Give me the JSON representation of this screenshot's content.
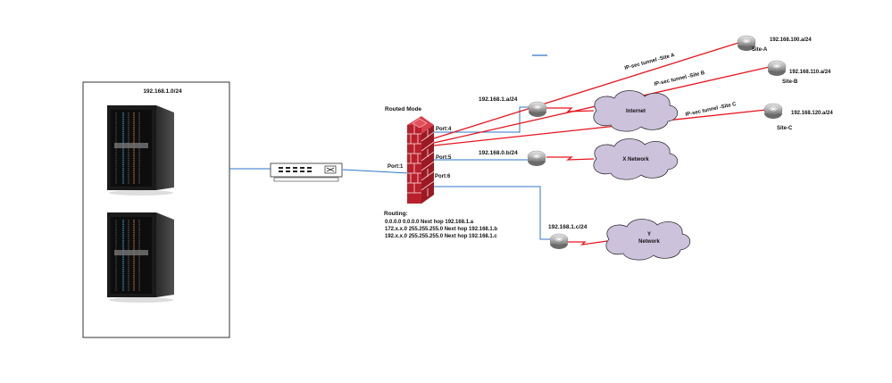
{
  "diagram": {
    "lan_subnet": "192.168.1.0/24",
    "firewall": {
      "mode_label": "Routed Mode",
      "ports": [
        "Port:1",
        "Port:4",
        "Port:5",
        "Port:6"
      ]
    },
    "routing": {
      "title": "Routing:",
      "routes": [
        "0.0.0.0 0.0.0.0  Next hop  192.168.1.a",
        "172.x.x.0 255.255.255.0   Next hop  192.168.1.b",
        "192.x.x.0 255.255.255.0 Next hop 192.168.1.c"
      ]
    },
    "routers": {
      "internet_router": "192.168.1.a/24",
      "x_router": "192.168.0.b/24",
      "y_router": "192.168.1.c/24"
    },
    "clouds": {
      "internet": "Internet",
      "x_network": "X Network",
      "y_network_line1": "Y",
      "y_network_line2": "Network"
    },
    "tunnels": [
      "IP-sec tunnel -Site A",
      "IP-sec tunnel -Site B",
      "IP-sec tunnel -Site C"
    ],
    "sites": [
      {
        "name": "Site-A",
        "subnet": "192.168.100.a/24"
      },
      {
        "name": "Site-B",
        "subnet": "192.168.110.a/24"
      },
      {
        "name": "Site-C",
        "subnet": "192.168.120.a/24"
      }
    ],
    "colors": {
      "lan_link": "#2e75c8",
      "wan_link": "#e8141e",
      "cloud_fill": "#cdc2dc",
      "firewall_brick": "#b8202c"
    }
  }
}
